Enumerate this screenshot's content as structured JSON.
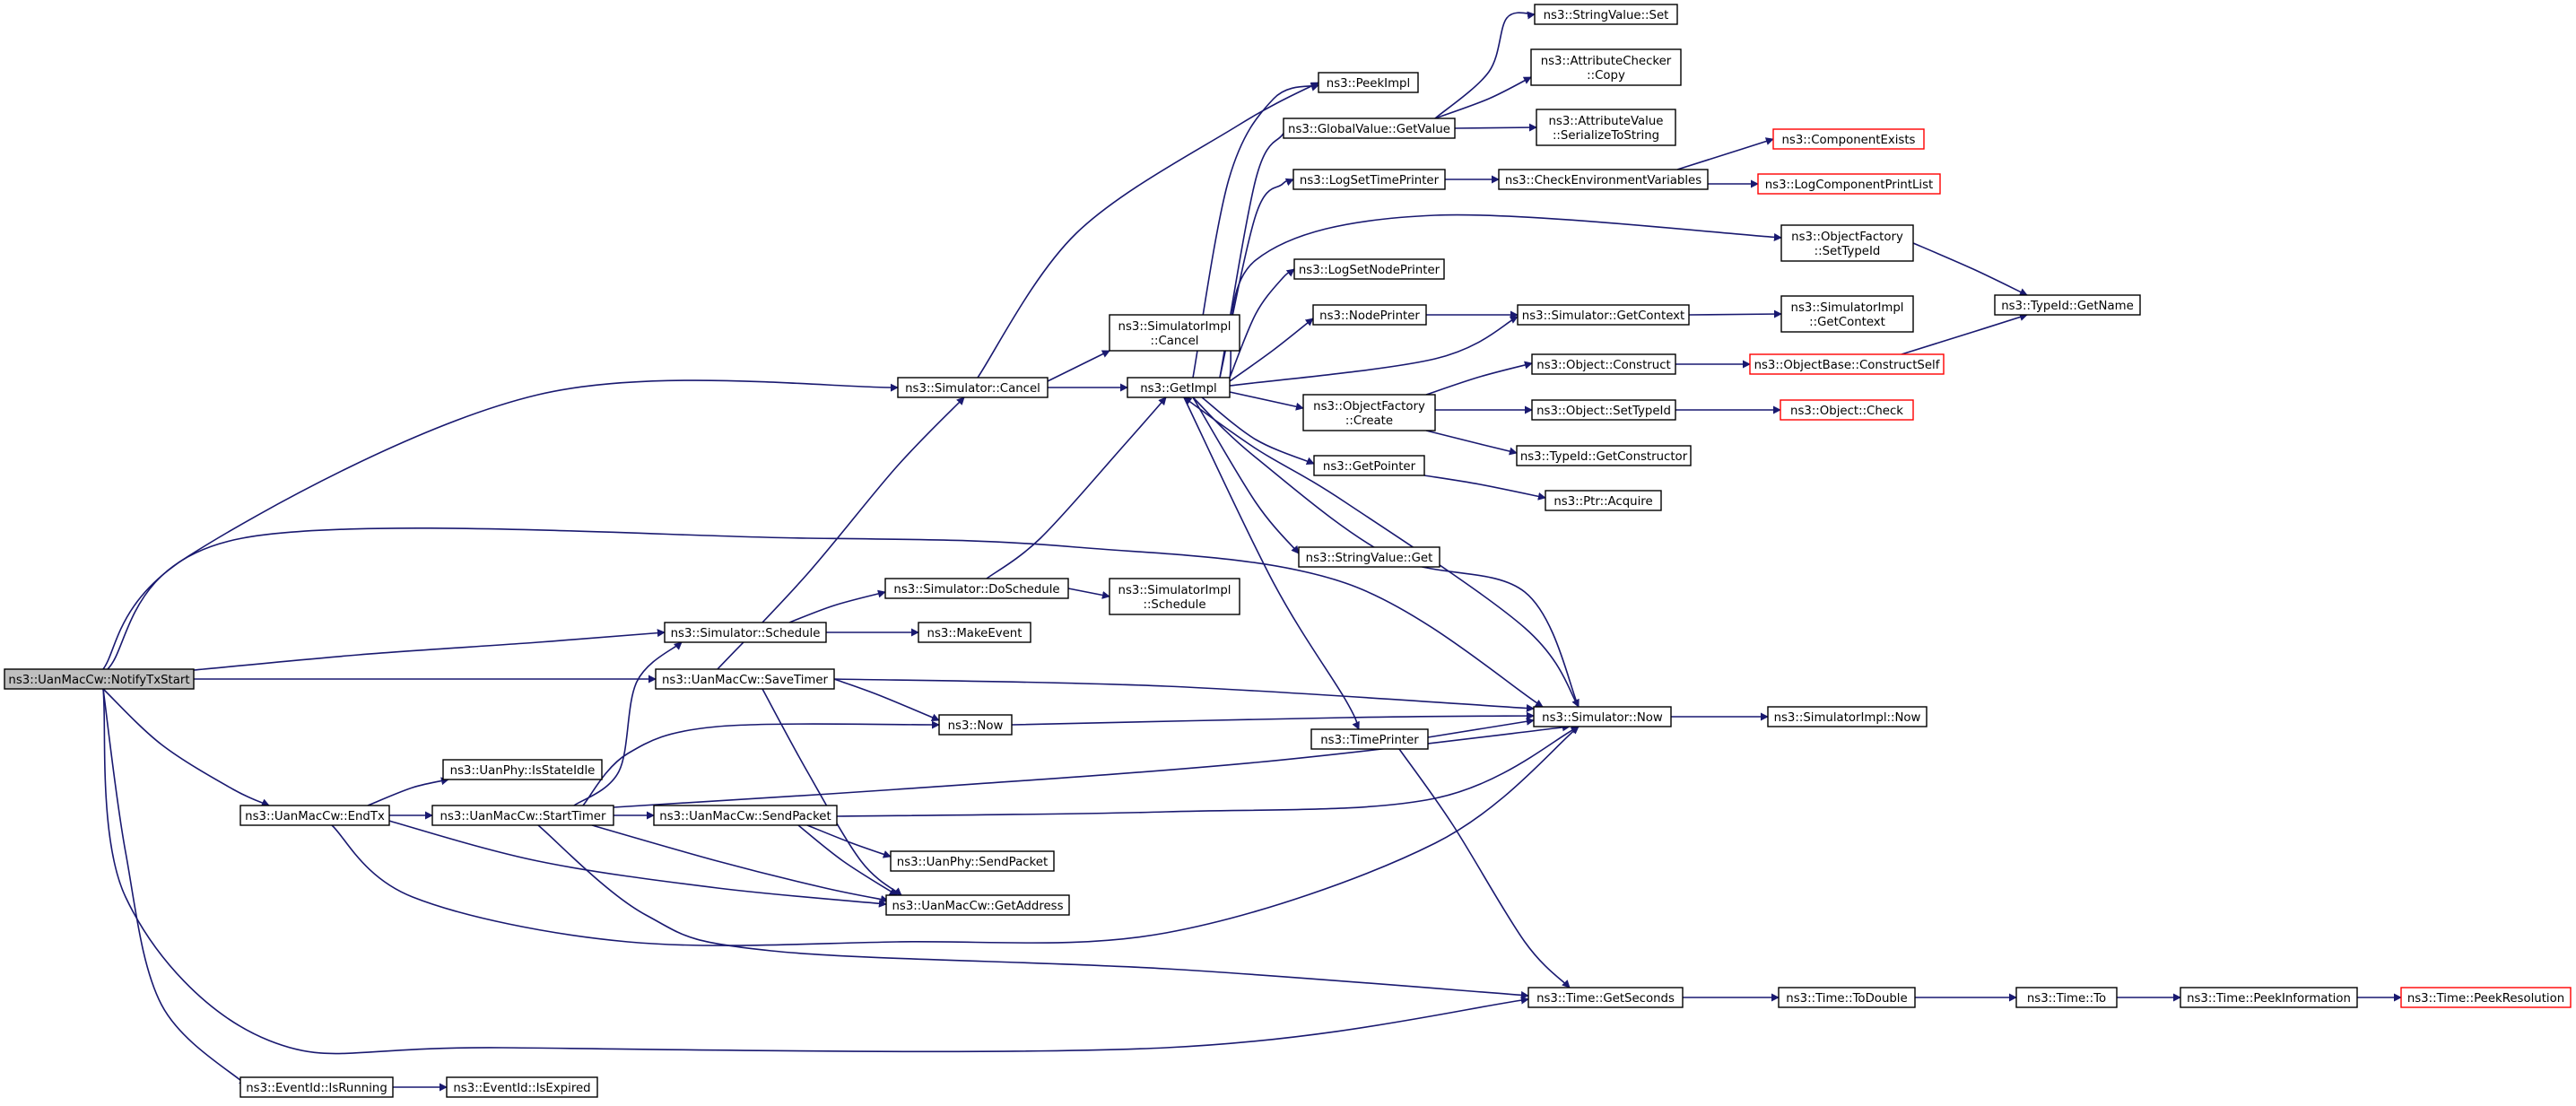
{
  "colors": {
    "edge": "#191970",
    "node_border": "#000000",
    "node_fill": "#ffffff",
    "root_fill": "#bfbfbf",
    "truncated_border": "#ff0000"
  },
  "nodes": {
    "notifytxstart": {
      "lines": [
        "ns3::UanMacCw::NotifyTxStart"
      ],
      "style": "root"
    },
    "sim_cancel": {
      "lines": [
        "ns3::Simulator::Cancel"
      ],
      "style": "normal"
    },
    "sim_schedule": {
      "lines": [
        "ns3::Simulator::Schedule"
      ],
      "style": "normal"
    },
    "savetimer": {
      "lines": [
        "ns3::UanMacCw::SaveTimer"
      ],
      "style": "normal"
    },
    "endtx": {
      "lines": [
        "ns3::UanMacCw::EndTx"
      ],
      "style": "normal"
    },
    "eid_isrunning": {
      "lines": [
        "ns3::EventId::IsRunning"
      ],
      "style": "normal"
    },
    "eid_isexpired": {
      "lines": [
        "ns3::EventId::IsExpired"
      ],
      "style": "normal"
    },
    "isstateidle": {
      "lines": [
        "ns3::UanPhy::IsStateIdle"
      ],
      "style": "normal"
    },
    "starttimer": {
      "lines": [
        "ns3::UanMacCw::StartTimer"
      ],
      "style": "normal"
    },
    "mac_sendpacket": {
      "lines": [
        "ns3::UanMacCw::SendPacket"
      ],
      "style": "normal"
    },
    "phy_sendpacket": {
      "lines": [
        "ns3::UanPhy::SendPacket"
      ],
      "style": "normal"
    },
    "getaddress": {
      "lines": [
        "ns3::UanMacCw::GetAddress"
      ],
      "style": "normal"
    },
    "doschedule": {
      "lines": [
        "ns3::Simulator::DoSchedule"
      ],
      "style": "normal"
    },
    "makeevent": {
      "lines": [
        "ns3::MakeEvent"
      ],
      "style": "normal"
    },
    "now": {
      "lines": [
        "ns3::Now"
      ],
      "style": "normal"
    },
    "simimpl_cancel": {
      "lines": [
        "ns3::SimulatorImpl",
        "::Cancel"
      ],
      "style": "normal"
    },
    "simimpl_schedule": {
      "lines": [
        "ns3::SimulatorImpl",
        "::Schedule"
      ],
      "style": "normal"
    },
    "getimpl": {
      "lines": [
        "ns3::GetImpl"
      ],
      "style": "normal"
    },
    "peekimpl": {
      "lines": [
        "ns3::PeekImpl"
      ],
      "style": "normal"
    },
    "gv_getvalue": {
      "lines": [
        "ns3::GlobalValue::GetValue"
      ],
      "style": "normal"
    },
    "logsettimeprinter": {
      "lines": [
        "ns3::LogSetTimePrinter"
      ],
      "style": "normal"
    },
    "logsetnodeprinter": {
      "lines": [
        "ns3::LogSetNodePrinter"
      ],
      "style": "normal"
    },
    "nodeprinter": {
      "lines": [
        "ns3::NodePrinter"
      ],
      "style": "normal"
    },
    "of_create": {
      "lines": [
        "ns3::ObjectFactory",
        "::Create"
      ],
      "style": "normal"
    },
    "getpointer": {
      "lines": [
        "ns3::GetPointer"
      ],
      "style": "normal"
    },
    "stringvalue_get": {
      "lines": [
        "ns3::StringValue::Get"
      ],
      "style": "normal"
    },
    "timeprinter": {
      "lines": [
        "ns3::TimePrinter"
      ],
      "style": "normal"
    },
    "stringvalue_set": {
      "lines": [
        "ns3::StringValue::Set"
      ],
      "style": "normal"
    },
    "ac_copy": {
      "lines": [
        "ns3::AttributeChecker",
        "::Copy"
      ],
      "style": "normal"
    },
    "av_serialize": {
      "lines": [
        "ns3::AttributeValue",
        "::SerializeToString"
      ],
      "style": "normal"
    },
    "checkenv": {
      "lines": [
        "ns3::CheckEnvironmentVariables"
      ],
      "style": "normal"
    },
    "sim_getcontext": {
      "lines": [
        "ns3::Simulator::GetContext"
      ],
      "style": "normal"
    },
    "obj_construct": {
      "lines": [
        "ns3::Object::Construct"
      ],
      "style": "normal"
    },
    "obj_settypeid": {
      "lines": [
        "ns3::Object::SetTypeId"
      ],
      "style": "normal"
    },
    "typeid_getconstructor": {
      "lines": [
        "ns3::TypeId::GetConstructor"
      ],
      "style": "normal"
    },
    "ptr_acquire": {
      "lines": [
        "ns3::Ptr::Acquire"
      ],
      "style": "normal"
    },
    "sim_now": {
      "lines": [
        "ns3::Simulator::Now"
      ],
      "style": "normal"
    },
    "time_getseconds": {
      "lines": [
        "ns3::Time::GetSeconds"
      ],
      "style": "normal"
    },
    "componentexists": {
      "lines": [
        "ns3::ComponentExists"
      ],
      "style": "truncated"
    },
    "logcomponentprintlist": {
      "lines": [
        "ns3::LogComponentPrintList"
      ],
      "style": "truncated"
    },
    "of_settypeid": {
      "lines": [
        "ns3::ObjectFactory",
        "::SetTypeId"
      ],
      "style": "normal"
    },
    "simimpl_getcontext": {
      "lines": [
        "ns3::SimulatorImpl",
        "::GetContext"
      ],
      "style": "normal"
    },
    "objbase_constructself": {
      "lines": [
        "ns3::ObjectBase::ConstructSelf"
      ],
      "style": "truncated"
    },
    "obj_check": {
      "lines": [
        "ns3::Object::Check"
      ],
      "style": "truncated"
    },
    "simimpl_now": {
      "lines": [
        "ns3::SimulatorImpl::Now"
      ],
      "style": "normal"
    },
    "time_todouble": {
      "lines": [
        "ns3::Time::ToDouble"
      ],
      "style": "normal"
    },
    "typeid_getname": {
      "lines": [
        "ns3::TypeId::GetName"
      ],
      "style": "normal"
    },
    "time_to": {
      "lines": [
        "ns3::Time::To"
      ],
      "style": "normal"
    },
    "time_peekinformation": {
      "lines": [
        "ns3::Time::PeekInformation"
      ],
      "style": "normal"
    },
    "time_peekresolution": {
      "lines": [
        "ns3::Time::PeekResolution"
      ],
      "style": "truncated"
    }
  }
}
